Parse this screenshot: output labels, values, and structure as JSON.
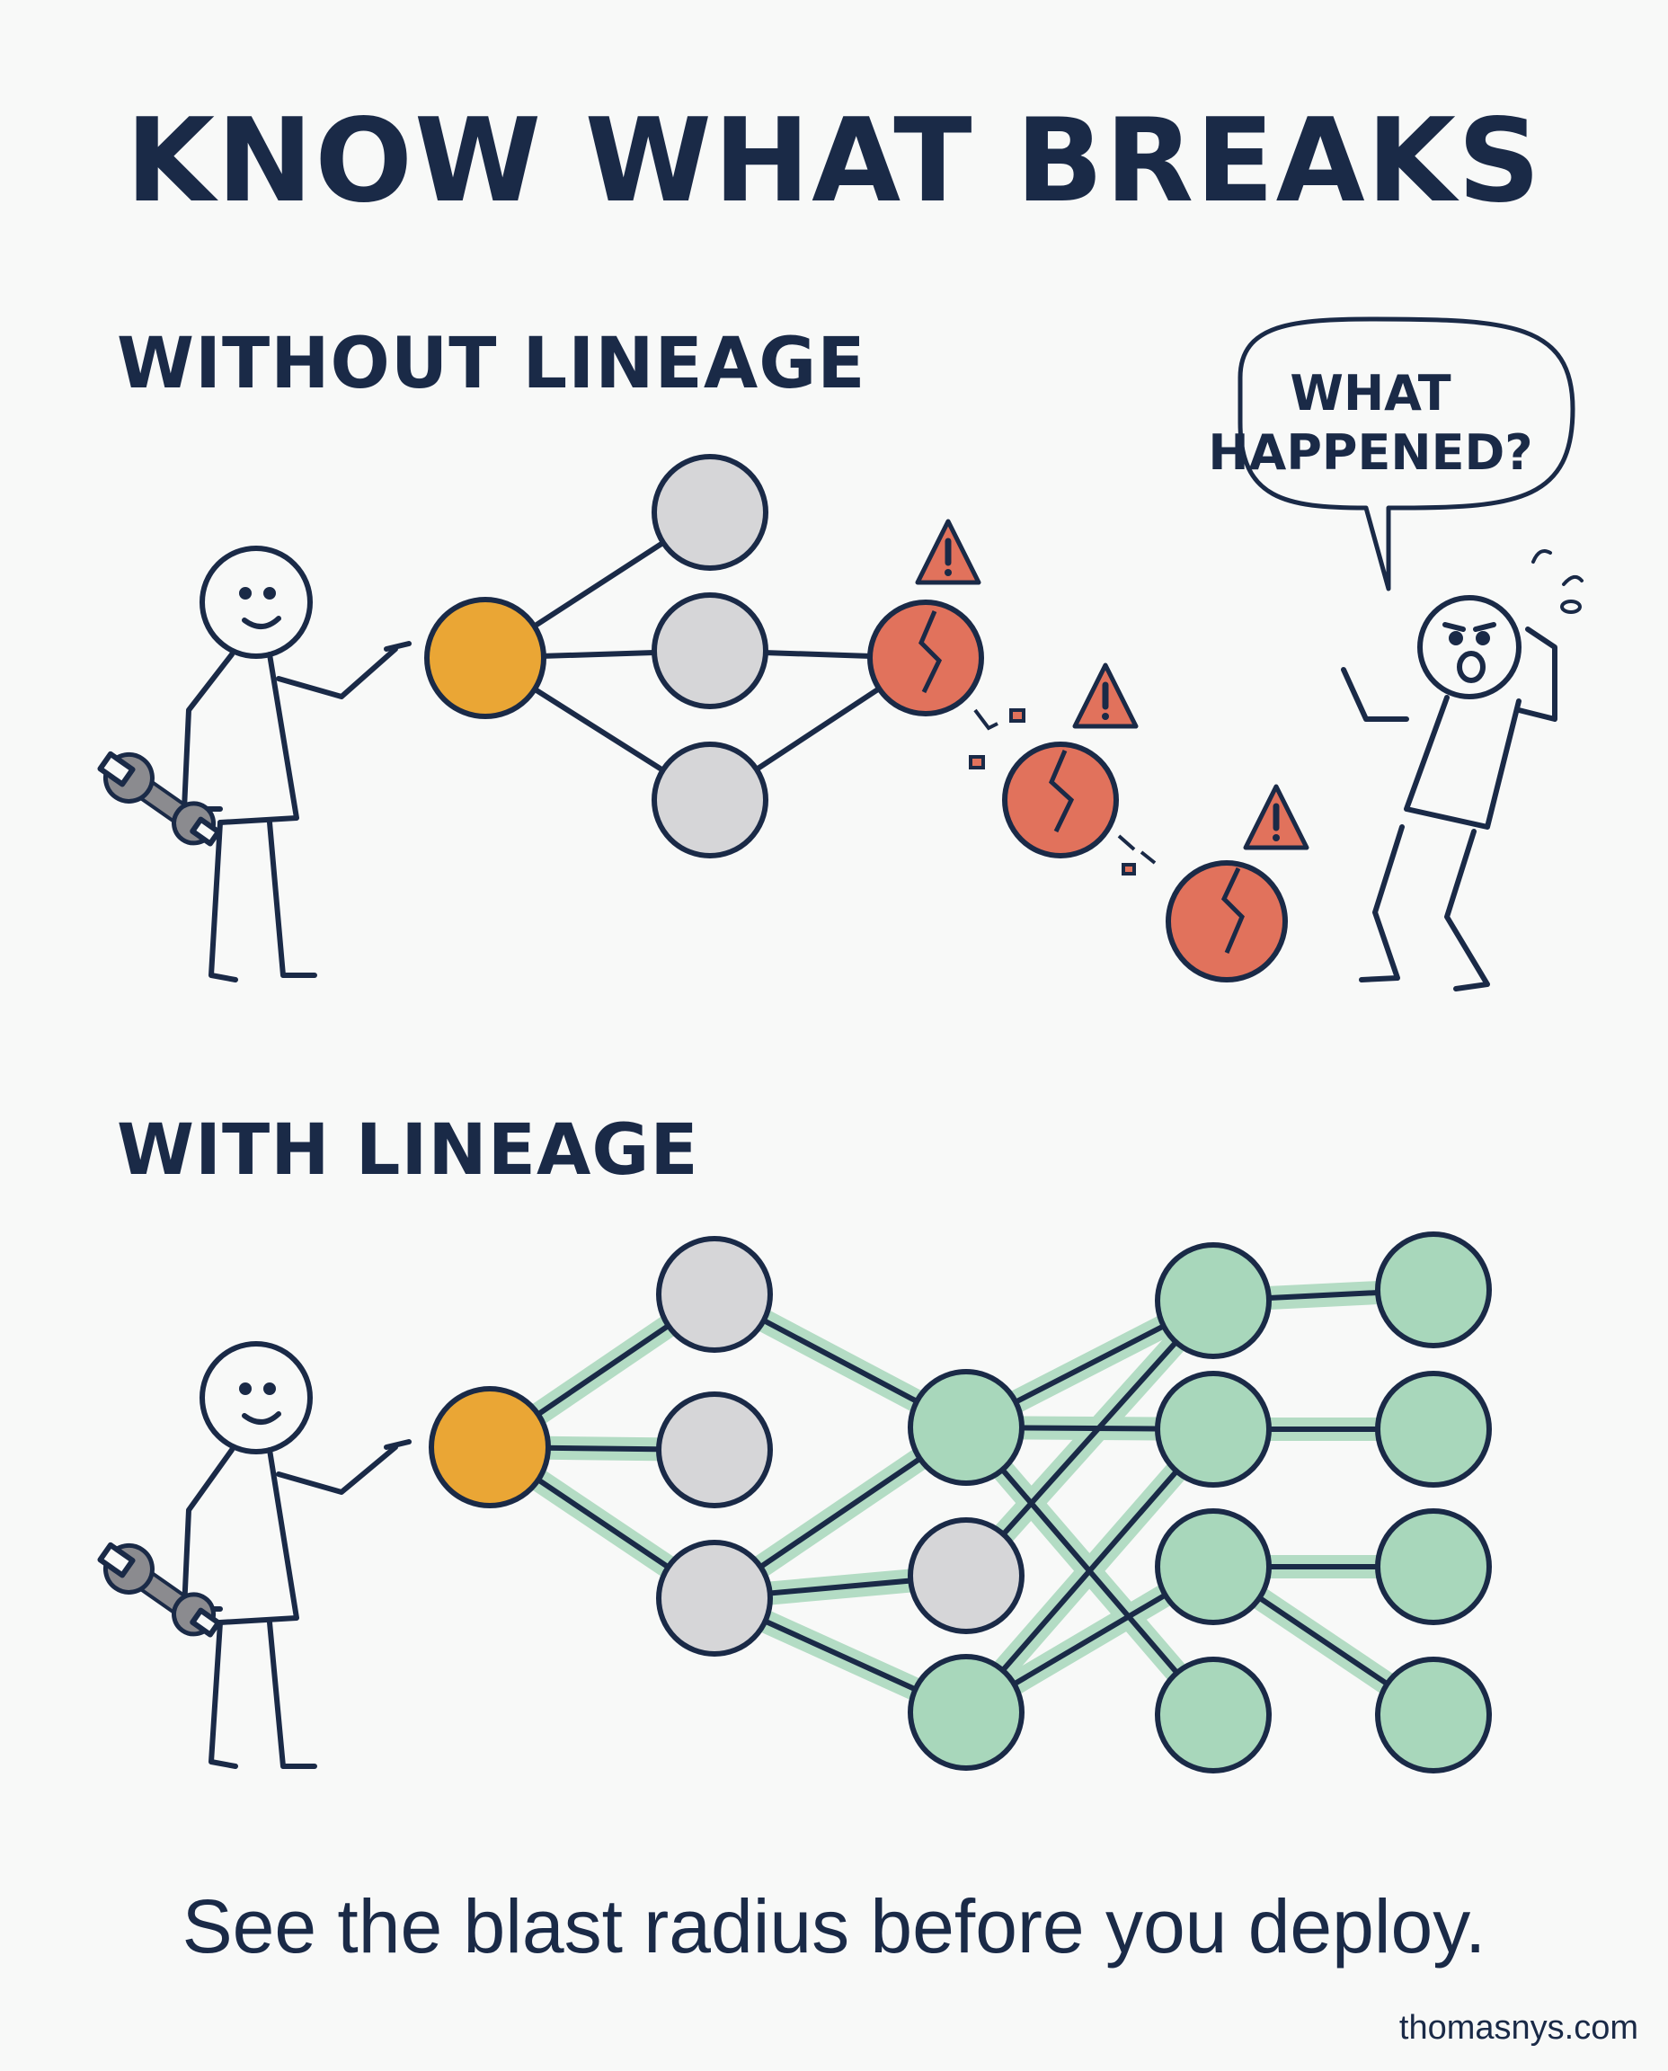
{
  "title": "KNOW WHAT BREAKS",
  "sections": {
    "without": {
      "heading": "WITHOUT LINEAGE"
    },
    "with": {
      "heading": "WITH LINEAGE"
    }
  },
  "speech_bubble": {
    "line1": "WHAT",
    "line2": "HAPPENED?"
  },
  "tagline": "See the blast radius before you deploy.",
  "credit": "thomasnys.com",
  "colors": {
    "ink": "#1a2a47",
    "source_node": "#eaa635",
    "neutral_node": "#d6d6d8",
    "broken_node": "#e1725c",
    "impacted_node": "#a8d7bb",
    "lineage_glow": "#a8d7bb",
    "warning": "#e1725c"
  },
  "icons": [
    "wrench-icon",
    "warning-icon",
    "crack-icon"
  ]
}
